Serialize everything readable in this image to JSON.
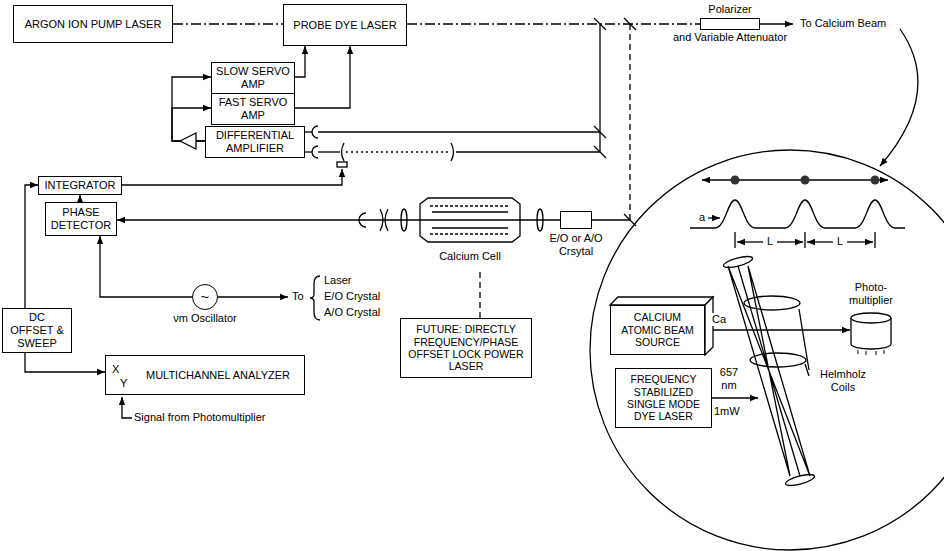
{
  "diagram": {
    "nodes": [
      {
        "text": [
          "ARGON ION PUMP LASER"
        ]
      },
      {
        "text": [
          "PROBE DYE LASER"
        ]
      },
      {
        "text": [
          "Polarizer",
          "and Variable Attenuator"
        ]
      },
      {
        "text": [
          "SLOW SERVO AMP"
        ]
      },
      {
        "text": [
          "FAST SERVO AMP"
        ]
      },
      {
        "text": [
          "DIFFERENTIAL AMPLIFIER"
        ]
      },
      {
        "text": [
          "INTEGRATOR"
        ]
      },
      {
        "text": [
          "PHASE DETECTOR"
        ]
      },
      {
        "text": [
          "E/O or A/O Crsytal"
        ]
      },
      {
        "text": [
          "~",
          "νm Oscillator"
        ]
      },
      {
        "text": [
          "DC OFFSET & SWEEP"
        ]
      },
      {
        "text": [
          "MULTICHANNEL ANALYZER",
          "X",
          "Y"
        ]
      },
      {
        "text": [
          "FUTURE: DIRECTLY FREQUENCY/PHASE OFFSET LOCK POWER LASER"
        ]
      },
      {
        "text": [
          "CALCIUM ATOMIC BEAM SOURCE"
        ]
      },
      {
        "text": [
          "FREQUENCY STABILIZED SINGLE MODE DYE LASER"
        ]
      },
      {
        "text": [
          "Photo- multiplier"
        ]
      }
    ],
    "edges": [
      {
        "from": 0,
        "to": 1,
        "arrow": "none"
      },
      {
        "from": 1,
        "to": 2,
        "arrow": "none"
      },
      {
        "from": 3,
        "to": 1,
        "arrow": "to"
      },
      {
        "from": 4,
        "to": 1,
        "arrow": "to"
      },
      {
        "from": 5,
        "to": 3,
        "arrow": "to"
      },
      {
        "from": 5,
        "to": 4,
        "arrow": "to"
      },
      {
        "from": 7,
        "to": 6,
        "arrow": "to"
      },
      {
        "from": 9,
        "to": 7,
        "arrow": "to"
      },
      {
        "from": 10,
        "to": 6,
        "arrow": "to"
      },
      {
        "from": 10,
        "to": 11,
        "arrow": "to"
      },
      {
        "from": 8,
        "to": 7,
        "arrow": "to"
      },
      {
        "from": 13,
        "to": 15,
        "arrow": "to",
        "label": "Ca"
      }
    ],
    "labels": [
      "To Calcium Beam",
      "Calcium Cell",
      "To",
      "Laser",
      "E/O Crystal",
      "A/O Crystal",
      "Signal from Photomultiplier",
      "a",
      "L",
      "L",
      "Helmholz Coils",
      "657 nm",
      "1mW"
    ]
  }
}
